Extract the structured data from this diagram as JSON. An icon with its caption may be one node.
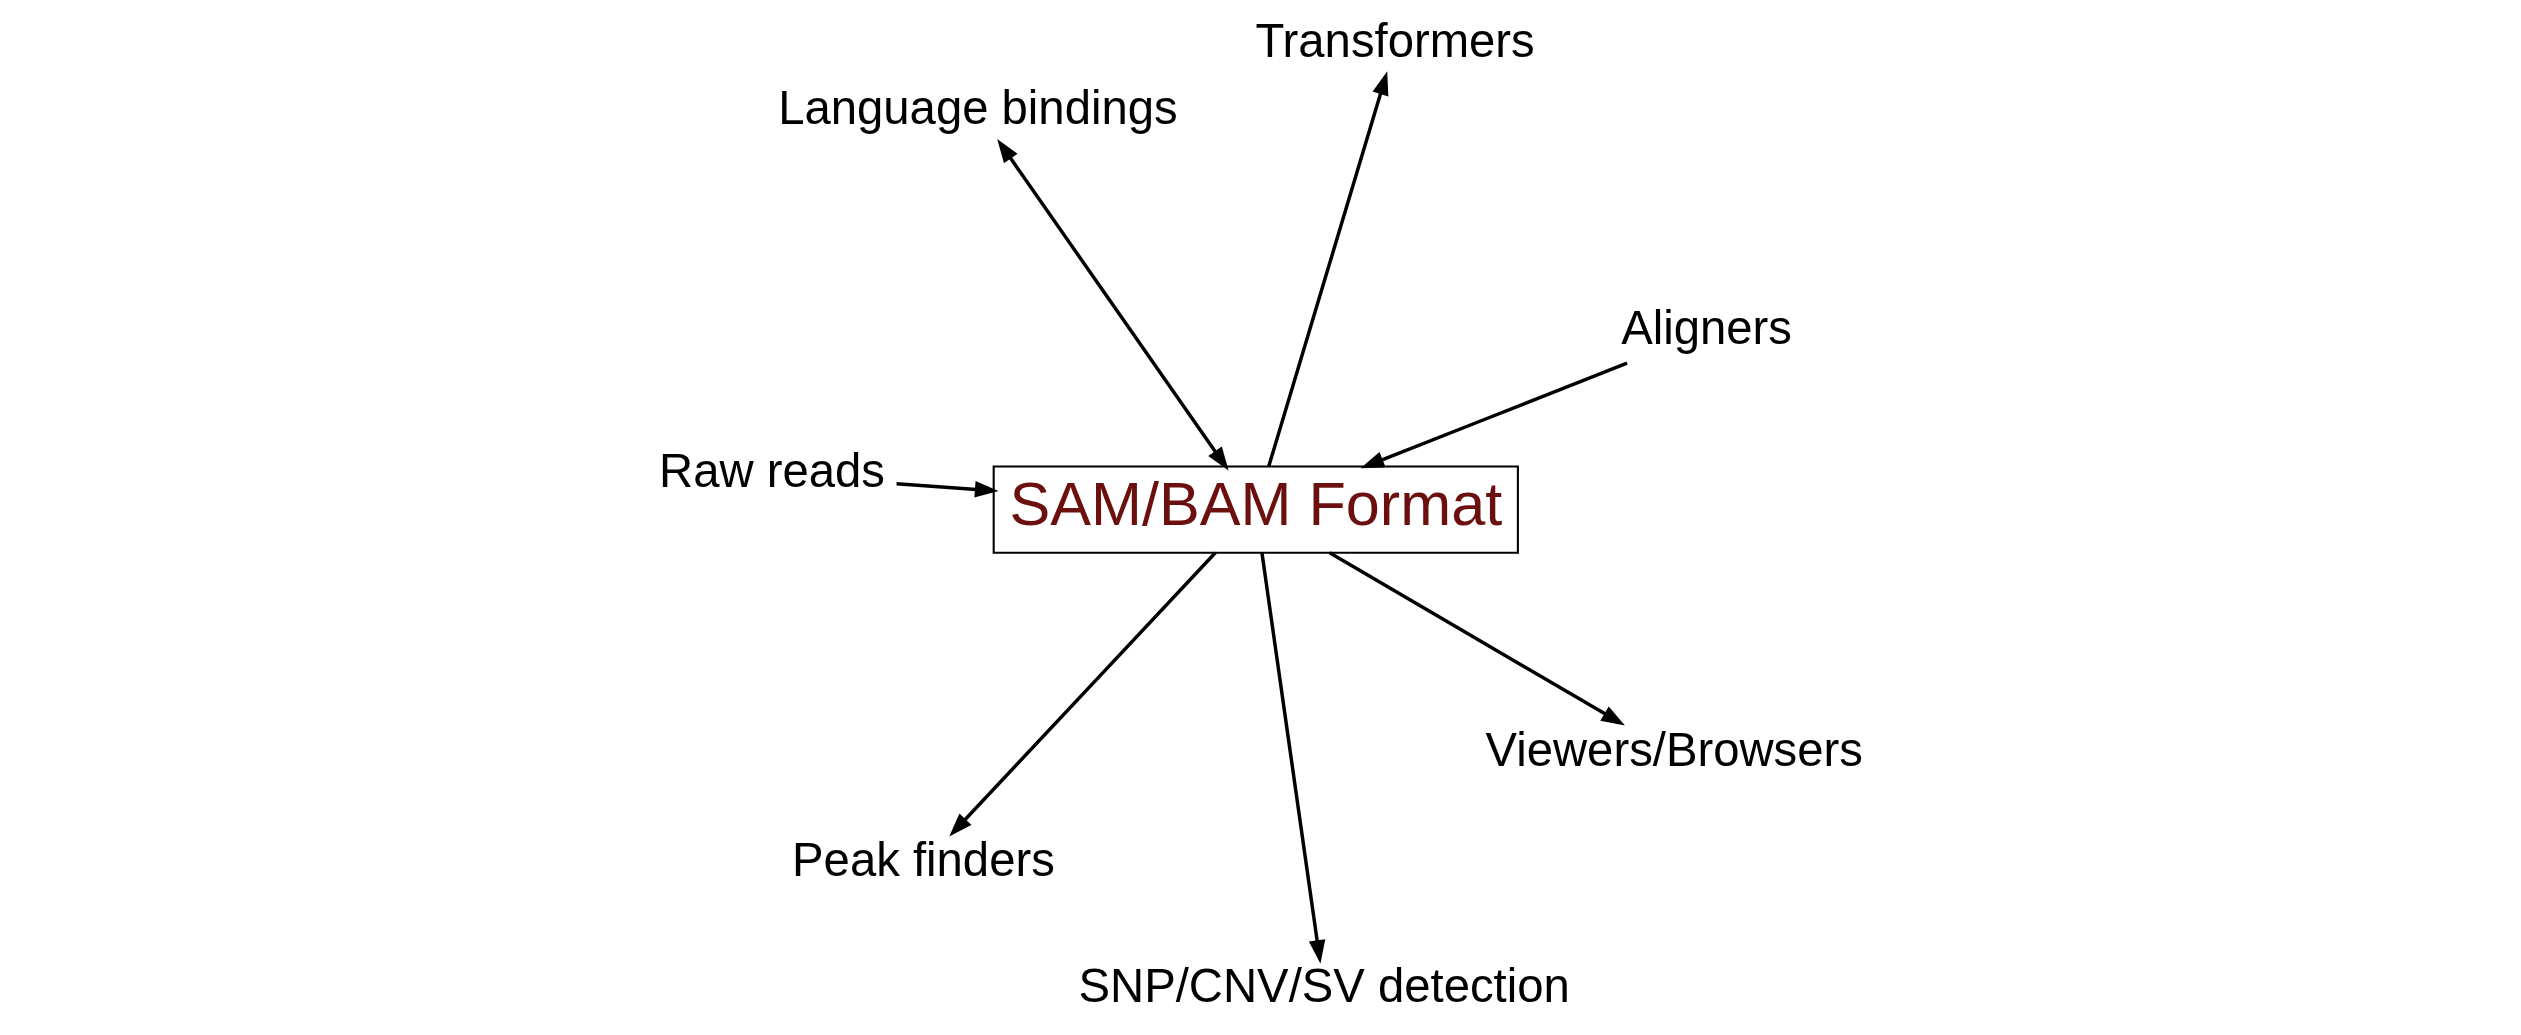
{
  "diagram": {
    "nodes": [
      {
        "text": [
          "Language bindings"
        ]
      },
      {
        "text": [
          "Aligners"
        ]
      },
      {
        "text": [
          "SNP/CNV/SV detection"
        ]
      },
      {
        "text": [
          "SAM/BAM Format"
        ]
      },
      {
        "text": [
          "Transformers"
        ]
      },
      {
        "text": [
          "Raw reads"
        ]
      },
      {
        "text": [
          "Peak finders"
        ]
      },
      {
        "text": [
          "Viewers/Browsers"
        ]
      }
    ],
    "edges": [
      {
        "from": 1,
        "to": 3,
        "arrow": "to"
      },
      {
        "from": 5,
        "to": 3,
        "arrow": "to"
      },
      {
        "from": 0,
        "to": 3,
        "arrow": "both"
      },
      {
        "from": 3,
        "to": 2,
        "arrow": "to"
      },
      {
        "from": 3,
        "to": 4,
        "arrow": "to"
      },
      {
        "from": 3,
        "to": 6,
        "arrow": "to"
      },
      {
        "from": 3,
        "to": 7,
        "arrow": "to"
      }
    ]
  }
}
